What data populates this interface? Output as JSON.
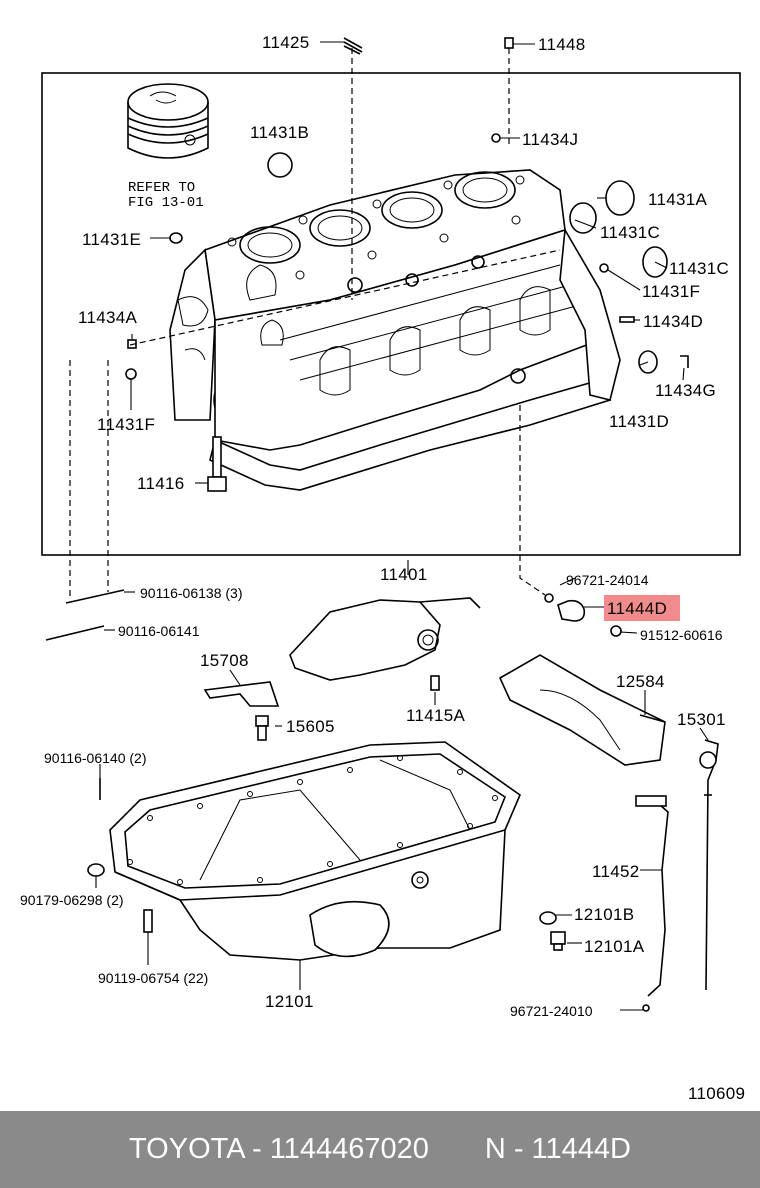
{
  "labels": {
    "p11425": "11425",
    "p11448": "11448",
    "p11431B": "11431B",
    "p11434J": "11434J",
    "refer_line1": "REFER TO",
    "refer_line2": "FIG 13-01",
    "p11431A": "11431A",
    "p11431E": "11431E",
    "p11431C_1": "11431C",
    "p11431C_2": "11431C",
    "p11431F_right": "11431F",
    "p11434A": "11434A",
    "p11434D": "11434D",
    "p11434G": "11434G",
    "p11431F_left": "11431F",
    "p11431D": "11431D",
    "p11416": "11416",
    "p11401": "11401",
    "p96721_24014": "96721-24014",
    "p90116_06138": "90116-06138 (3)",
    "p11444D": "11444D",
    "p90116_06141": "90116-06141",
    "p91512_60616": "91512-60616",
    "p15708": "15708",
    "p12584": "12584",
    "p15605": "15605",
    "p11415A": "11415A",
    "p15301": "15301",
    "p90116_06140": "90116-06140 (2)",
    "p11452": "11452",
    "p90179_06298": "90179-06298 (2)",
    "p12101B": "12101B",
    "p12101A": "12101A",
    "p90119_06754": "90119-06754 (22)",
    "p12101": "12101",
    "p96721_24010": "96721-24010",
    "fig_code": "110609"
  },
  "highlight": {
    "part": "11444D",
    "color": "#f28b8b"
  },
  "footer": {
    "left": "TOYOTA - 1144467020",
    "right": "N - 11444D",
    "background": "#8a8a8a",
    "text_color": "#ffffff"
  }
}
